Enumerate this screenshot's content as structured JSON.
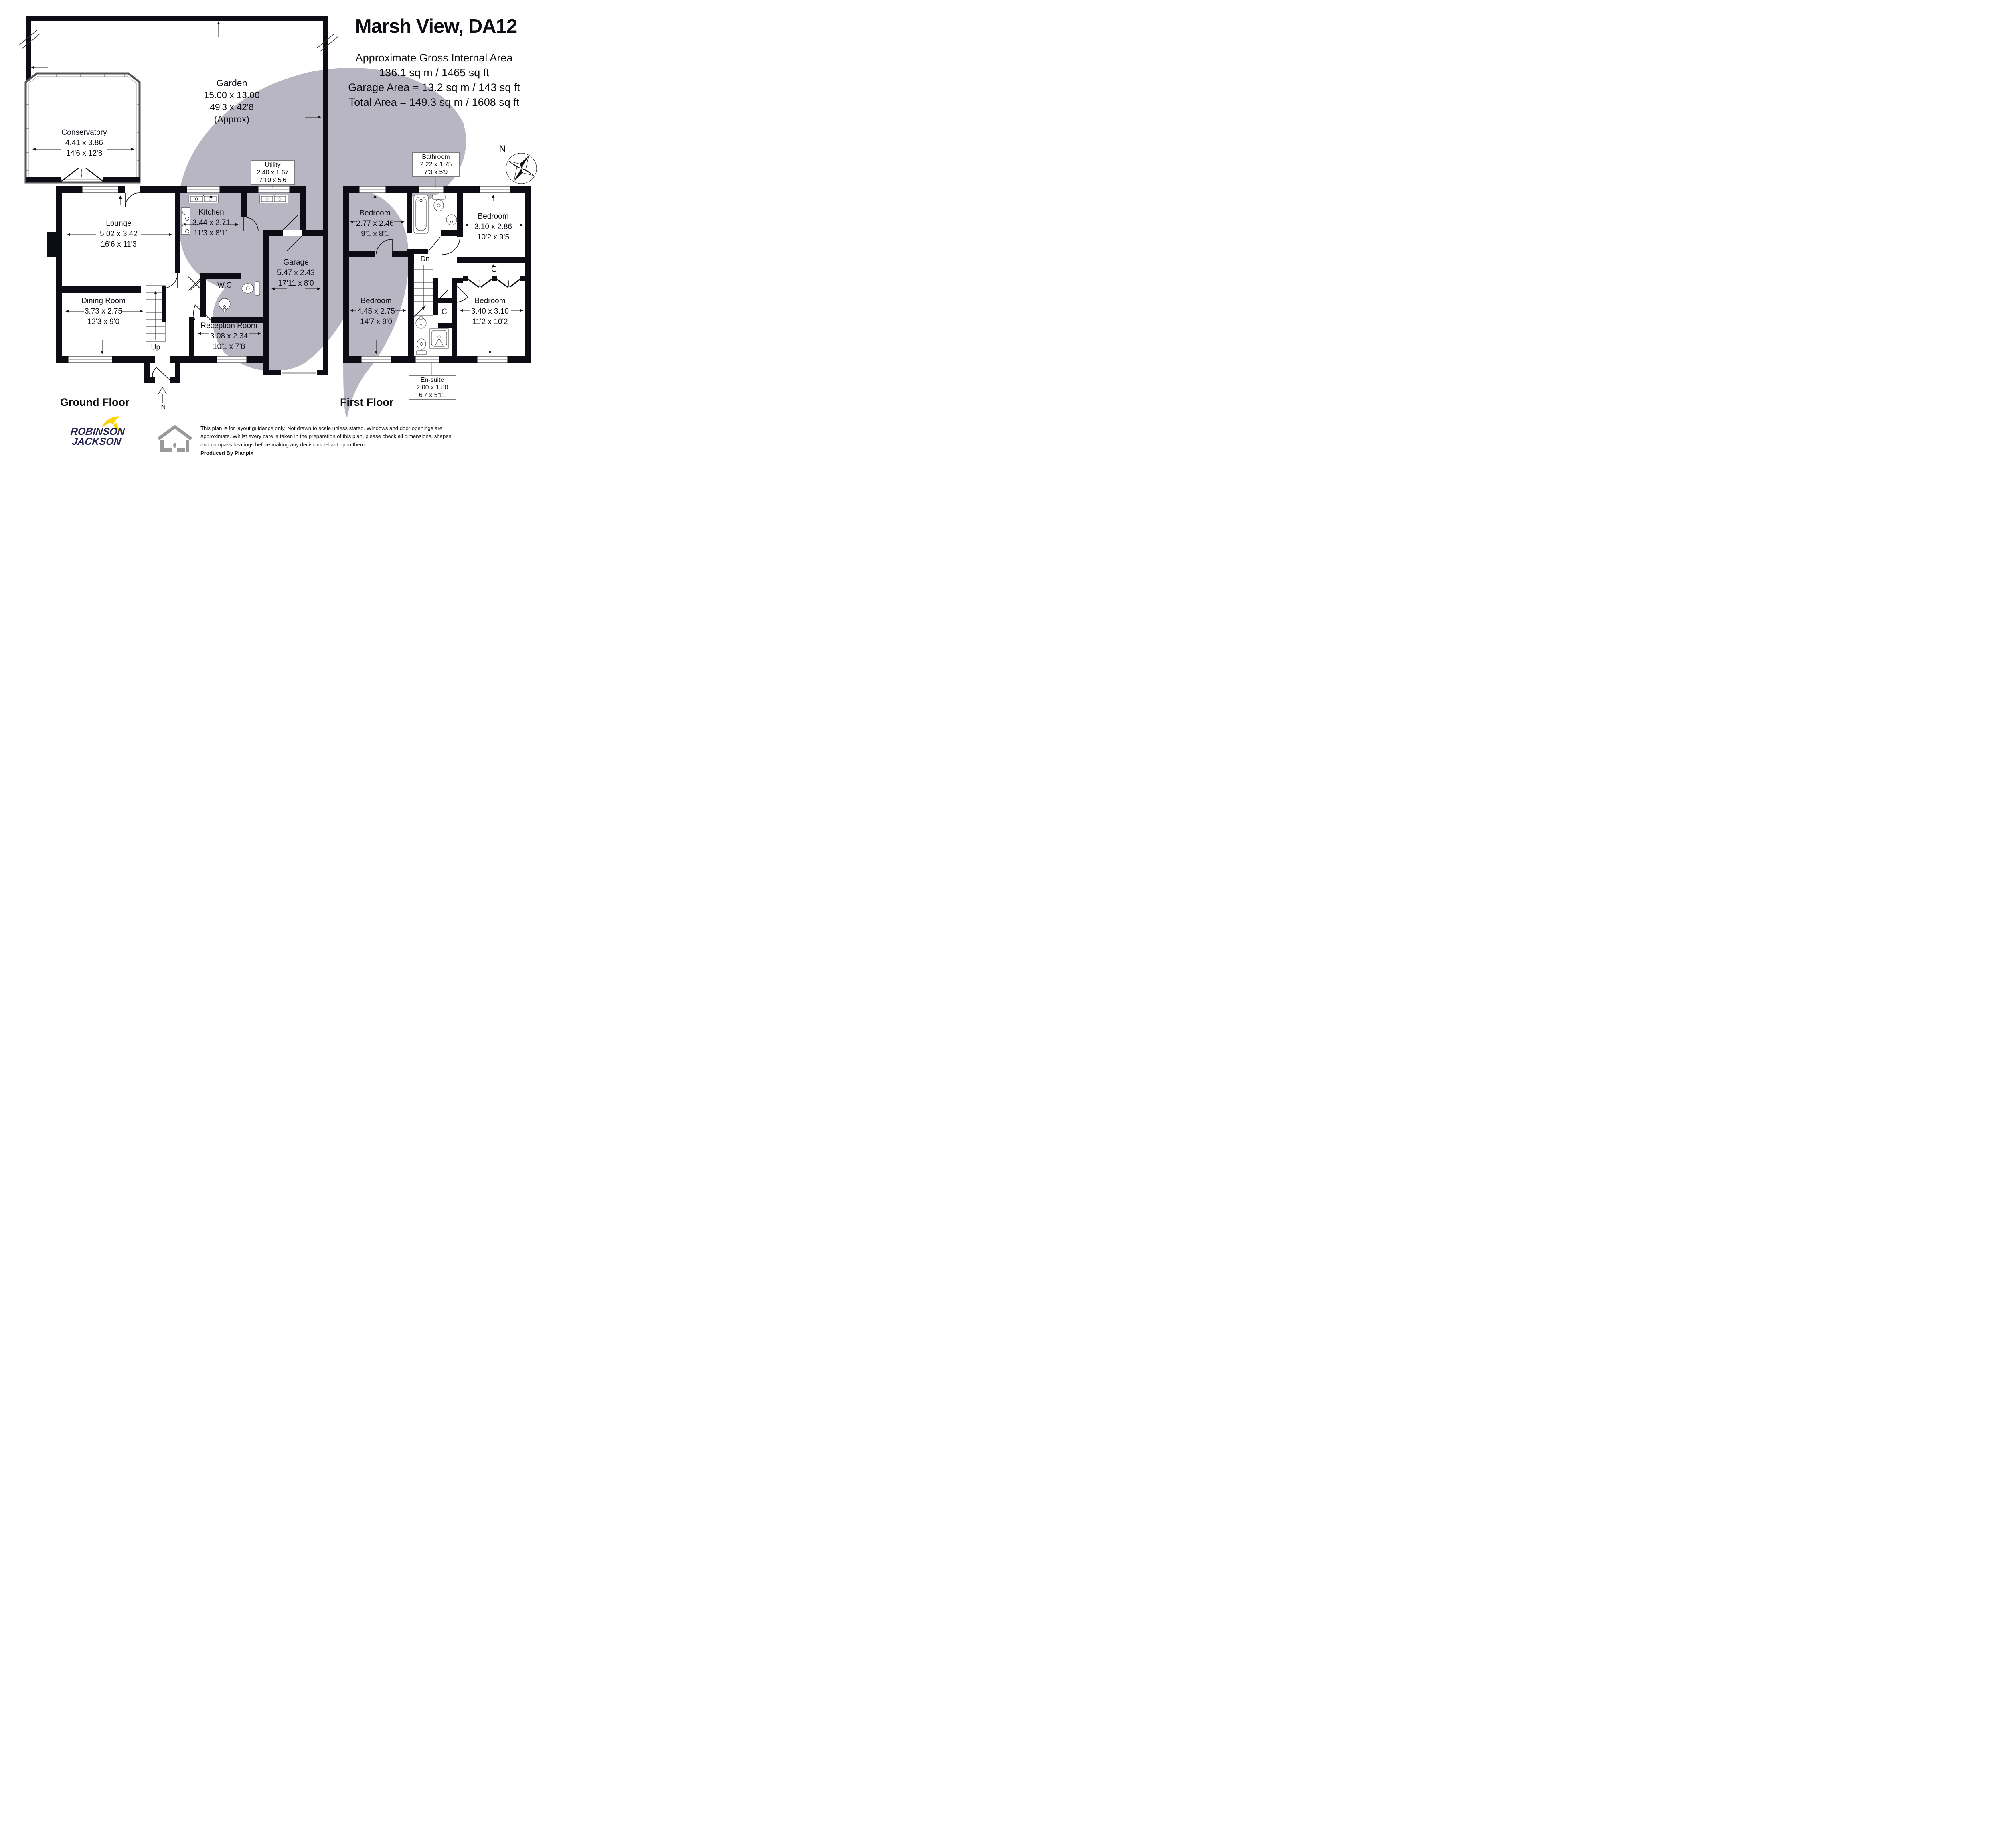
{
  "title": "Marsh View, DA12",
  "header": {
    "line1": "Approximate Gross Internal Area",
    "line2": "136.1 sq m / 1465 sq ft",
    "line3": "Garage Area = 13.2 sq m / 143 sq ft",
    "line4": "Total Area = 149.3 sq m / 1608 sq ft"
  },
  "floors": {
    "ground": "Ground Floor",
    "first": "First Floor"
  },
  "rooms": {
    "garden": {
      "name": "Garden",
      "metric": "15.00 x 13.00",
      "imperial": "49'3 x 42'8",
      "note": "(Approx)"
    },
    "conservatory": {
      "name": "Conservatory",
      "metric": "4.41 x 3.86",
      "imperial": "14'6 x 12'8"
    },
    "lounge": {
      "name": "Lounge",
      "metric": "5.02 x 3.42",
      "imperial": "16'6 x 11'3"
    },
    "kitchen": {
      "name": "Kitchen",
      "metric": "3.44 x 2.71",
      "imperial": "11'3 x 8'11"
    },
    "utility": {
      "name": "Utility",
      "metric": "2.40 x 1.67",
      "imperial": "7'10 x 5'6"
    },
    "wc": {
      "name": "W.C"
    },
    "garage": {
      "name": "Garage",
      "metric": "5.47 x 2.43",
      "imperial": "17'11 x 8'0"
    },
    "dining": {
      "name": "Dining Room",
      "metric": "3.73 x 2.75",
      "imperial": "12'3 x 9'0"
    },
    "reception": {
      "name": "Reception Room",
      "metric": "3.08 x 2.34",
      "imperial": "10'1 x 7'8"
    },
    "bathroom": {
      "name": "Bathroom",
      "metric": "2.22 x 1.75",
      "imperial": "7'3 x 5'9"
    },
    "bedroom1": {
      "name": "Bedroom",
      "metric": "2.77 x 2.46",
      "imperial": "9'1 x 8'1"
    },
    "bedroom2": {
      "name": "Bedroom",
      "metric": "3.10 x 2.86",
      "imperial": "10'2 x 9'5"
    },
    "bedroom3": {
      "name": "Bedroom",
      "metric": "4.45 x 2.75",
      "imperial": "14'7 x 9'0"
    },
    "bedroom4": {
      "name": "Bedroom",
      "metric": "3.40 x 3.10",
      "imperial": "11'2 x 10'2"
    },
    "ensuite": {
      "name": "En-suite",
      "metric": "2.00 x 1.80",
      "imperial": "6'7 x 5'11"
    }
  },
  "annotations": {
    "up": "Up",
    "down": "Dn",
    "in": "IN",
    "closet": "C",
    "north": "N"
  },
  "branding": {
    "agent_line1": "ROBINSON",
    "agent_line2": "JACKSON",
    "produced_by": "Produced By Planpix"
  },
  "disclaimer": "This plan is for layout guidance only. Not drawn to scale unless stated. Windows and door openings are approximate. Whilst every care is taken in the preparation of this plan, please check all dimensions, shapes and compass bearings before making any decisions reliant upon them.",
  "colors": {
    "wall": "#0c0c14",
    "watermark": "#b9b6c4",
    "logo_navy": "#262450",
    "logo_yellow": "#ffd500",
    "icon_gray": "#9a9a9a"
  }
}
